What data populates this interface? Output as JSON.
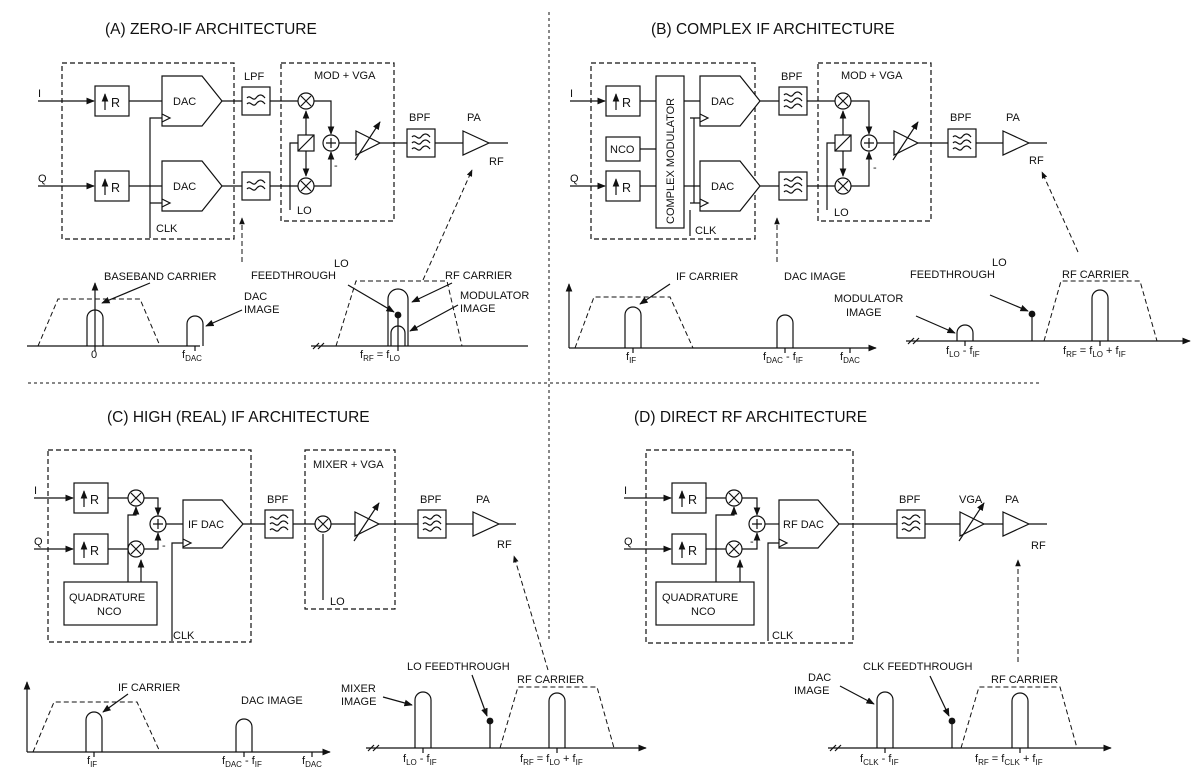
{
  "panels": {
    "a": {
      "title": "(A) ZERO-IF ARCHITECTURE",
      "in_i": "I",
      "in_q": "Q",
      "r": "R",
      "dac": "DAC",
      "lpf": "LPF",
      "mod_vga": "MOD + VGA",
      "lo": "LO",
      "minus": "-",
      "bpf": "BPF",
      "pa": "PA",
      "rf": "RF",
      "clk": "CLK",
      "spec": {
        "baseband_carrier": "BASEBAND CARRIER",
        "dac_image_1": "DAC",
        "dac_image_2": "IMAGE",
        "x0": "0",
        "xdac": "f",
        "xdac_sub": "DAC",
        "lo_feed_1": "LO",
        "lo_feed_2": "FEEDTHROUGH",
        "rf_carrier": "RF CARRIER",
        "mod_image_1": "MODULATOR",
        "mod_image_2": "IMAGE",
        "xrf": [
          [
            "f",
            ""
          ],
          [
            "RF",
            "s"
          ],
          [
            " = f",
            ""
          ],
          [
            "LO",
            "s"
          ]
        ]
      }
    },
    "b": {
      "title": "(B) COMPLEX IF ARCHITECTURE",
      "in_i": "I",
      "in_q": "Q",
      "r": "R",
      "nco": "NCO",
      "complex_mod": "COMPLEX MODULATOR",
      "dac": "DAC",
      "bpf": "BPF",
      "mod_vga": "MOD + VGA",
      "lo": "LO",
      "minus": "-",
      "pa": "PA",
      "rf": "RF",
      "clk": "CLK",
      "spec": {
        "if_carrier": "IF CARRIER",
        "dac_image": "DAC IMAGE",
        "lo_feed_1": "LO",
        "lo_feed_2": "FEEDTHROUGH",
        "rf_carrier": "RF CARRIER",
        "mod_image_1": "MODULATOR",
        "mod_image_2": "IMAGE",
        "xif": [
          [
            "f",
            ""
          ],
          [
            "IF",
            "s"
          ]
        ],
        "xdacif": [
          [
            "f",
            ""
          ],
          [
            "DAC",
            "s"
          ],
          [
            " - f",
            ""
          ],
          [
            "IF",
            "s"
          ]
        ],
        "xdac": [
          [
            "f",
            ""
          ],
          [
            "DAC",
            "s"
          ]
        ],
        "xloif": [
          [
            "f",
            ""
          ],
          [
            "LO",
            "s"
          ],
          [
            " - f",
            ""
          ],
          [
            "IF",
            "s"
          ]
        ],
        "xrf": [
          [
            "f",
            ""
          ],
          [
            "RF",
            "s"
          ],
          [
            " = f",
            ""
          ],
          [
            "LO",
            "s"
          ],
          [
            " + f",
            ""
          ],
          [
            "IF",
            "s"
          ]
        ]
      }
    },
    "c": {
      "title": "(C) HIGH (REAL) IF ARCHITECTURE",
      "in_i": "I",
      "in_q": "Q",
      "r": "R",
      "nco_1": "QUADRATURE",
      "nco_2": "NCO",
      "if_dac": "IF DAC",
      "bpf": "BPF",
      "mixer_vga": "MIXER + VGA",
      "lo": "LO",
      "minus": "-",
      "pa": "PA",
      "rf": "RF",
      "clk": "CLK",
      "spec": {
        "if_carrier": "IF CARRIER",
        "dac_image": "DAC IMAGE",
        "mixer_image_1": "MIXER",
        "mixer_image_2": "IMAGE",
        "lo_feed": "LO FEEDTHROUGH",
        "rf_carrier": "RF CARRIER",
        "xif": [
          [
            "f",
            ""
          ],
          [
            "IF",
            "s"
          ]
        ],
        "xdacif": [
          [
            "f",
            ""
          ],
          [
            "DAC",
            "s"
          ],
          [
            " - f",
            ""
          ],
          [
            "IF",
            "s"
          ]
        ],
        "xdac": [
          [
            "f",
            ""
          ],
          [
            "DAC",
            "s"
          ]
        ],
        "xloif": [
          [
            "f",
            ""
          ],
          [
            "LO",
            "s"
          ],
          [
            " - f",
            ""
          ],
          [
            "IF",
            "s"
          ]
        ],
        "xrf": [
          [
            "f",
            ""
          ],
          [
            "RF",
            "s"
          ],
          [
            " = f",
            ""
          ],
          [
            "LO",
            "s"
          ],
          [
            " + f",
            ""
          ],
          [
            "IF",
            "s"
          ]
        ]
      }
    },
    "d": {
      "title": "(D) DIRECT RF ARCHITECTURE",
      "in_i": "I",
      "in_q": "Q",
      "r": "R",
      "nco_1": "QUADRATURE",
      "nco_2": "NCO",
      "rf_dac": "RF DAC",
      "bpf": "BPF",
      "vga": "VGA",
      "minus": "-",
      "pa": "PA",
      "rf": "RF",
      "clk": "CLK",
      "spec": {
        "dac_image_1": "DAC",
        "dac_image_2": "IMAGE",
        "clk_feed": "CLK FEEDTHROUGH",
        "rf_carrier": "RF CARRIER",
        "xclkif": [
          [
            "f",
            ""
          ],
          [
            "CLK",
            "s"
          ],
          [
            " - f",
            ""
          ],
          [
            "IF",
            "s"
          ]
        ],
        "xrf": [
          [
            "f",
            ""
          ],
          [
            "RF",
            "s"
          ],
          [
            " = f",
            ""
          ],
          [
            "CLK",
            "s"
          ],
          [
            " + f",
            ""
          ],
          [
            "IF",
            "s"
          ]
        ]
      }
    }
  }
}
